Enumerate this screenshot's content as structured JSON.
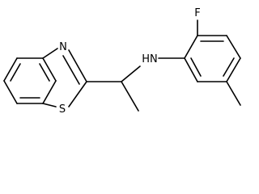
{
  "molecule": {
    "atoms": {
      "N1": "N",
      "S1": "S",
      "NH": "HN",
      "F": "F"
    }
  }
}
